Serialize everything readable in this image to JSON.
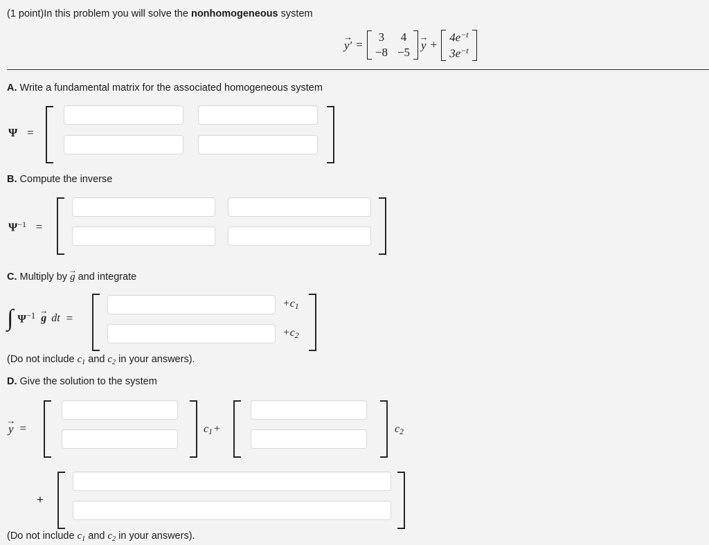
{
  "page": {
    "background": "#f3f3f3",
    "text_color": "#1b1b1b",
    "input_border_color": "#d8d8d8",
    "input_fill_color": "#ffffff",
    "bracket_color": "#22262a"
  },
  "header": {
    "points": "(1 point)",
    "text_before_bold": "In this problem you will solve the ",
    "bold_word": "nonhomogeneous",
    "text_after_bold": " system"
  },
  "equation": {
    "lhs": "y",
    "lhs_prime": "′",
    "equals": "=",
    "matrix": [
      [
        "3",
        "4"
      ],
      [
        "−8",
        "−5"
      ]
    ],
    "times_vector": "y",
    "plus": "+",
    "forcing_vector": [
      "4e",
      "3e"
    ],
    "forcing_exponent": "−t"
  },
  "sections": [
    {
      "tag": "A.",
      "title": "Write a fundamental matrix for the associated homogeneous system",
      "lhs": "Ψ",
      "lhs_sup": "",
      "equals": "=",
      "kind": "matrix2x2",
      "inputs": [
        "a11",
        "a12",
        "a21",
        "a22"
      ]
    },
    {
      "tag": "B.",
      "title": "Compute the inverse",
      "lhs": "Ψ",
      "lhs_sup": "−1",
      "equals": "=",
      "kind": "matrix2x2",
      "inputs": [
        "b11",
        "b12",
        "b21",
        "b22"
      ]
    },
    {
      "tag": "C.",
      "title_before": "Multiply by ",
      "title_vec": "g",
      "title_after": " and integrate",
      "integral": "∫",
      "lhs": "Ψ",
      "lhs_sup": "−1",
      "lhs_vec": "g",
      "lhs_dt": "dt",
      "equals": "=",
      "kind": "column2",
      "row_suffix": [
        "+c",
        "+c"
      ],
      "row_suffix_subs": [
        "1",
        "2"
      ],
      "note": "(Do not include c₁ and c₂ in your answers)."
    },
    {
      "tag": "D.",
      "title": "Give the solution to the system",
      "lhs_vec": "y",
      "equals": "=",
      "kind": "solution",
      "coef1": "c",
      "coef1_sub": "1",
      "coef1_plus": "+",
      "coef2": "c",
      "coef2_sub": "2",
      "plus_row": "+",
      "note": "(Do not include c₁ and c₂ in your answers)."
    }
  ],
  "notes": {
    "do_not_include_prefix": "(Do not include ",
    "c1": "c",
    "c1_sub": "1",
    "and": " and ",
    "c2": "c",
    "c2_sub": "2",
    "suffix": " in your answers)."
  },
  "inputs": {
    "placeholder": "",
    "value": ""
  }
}
